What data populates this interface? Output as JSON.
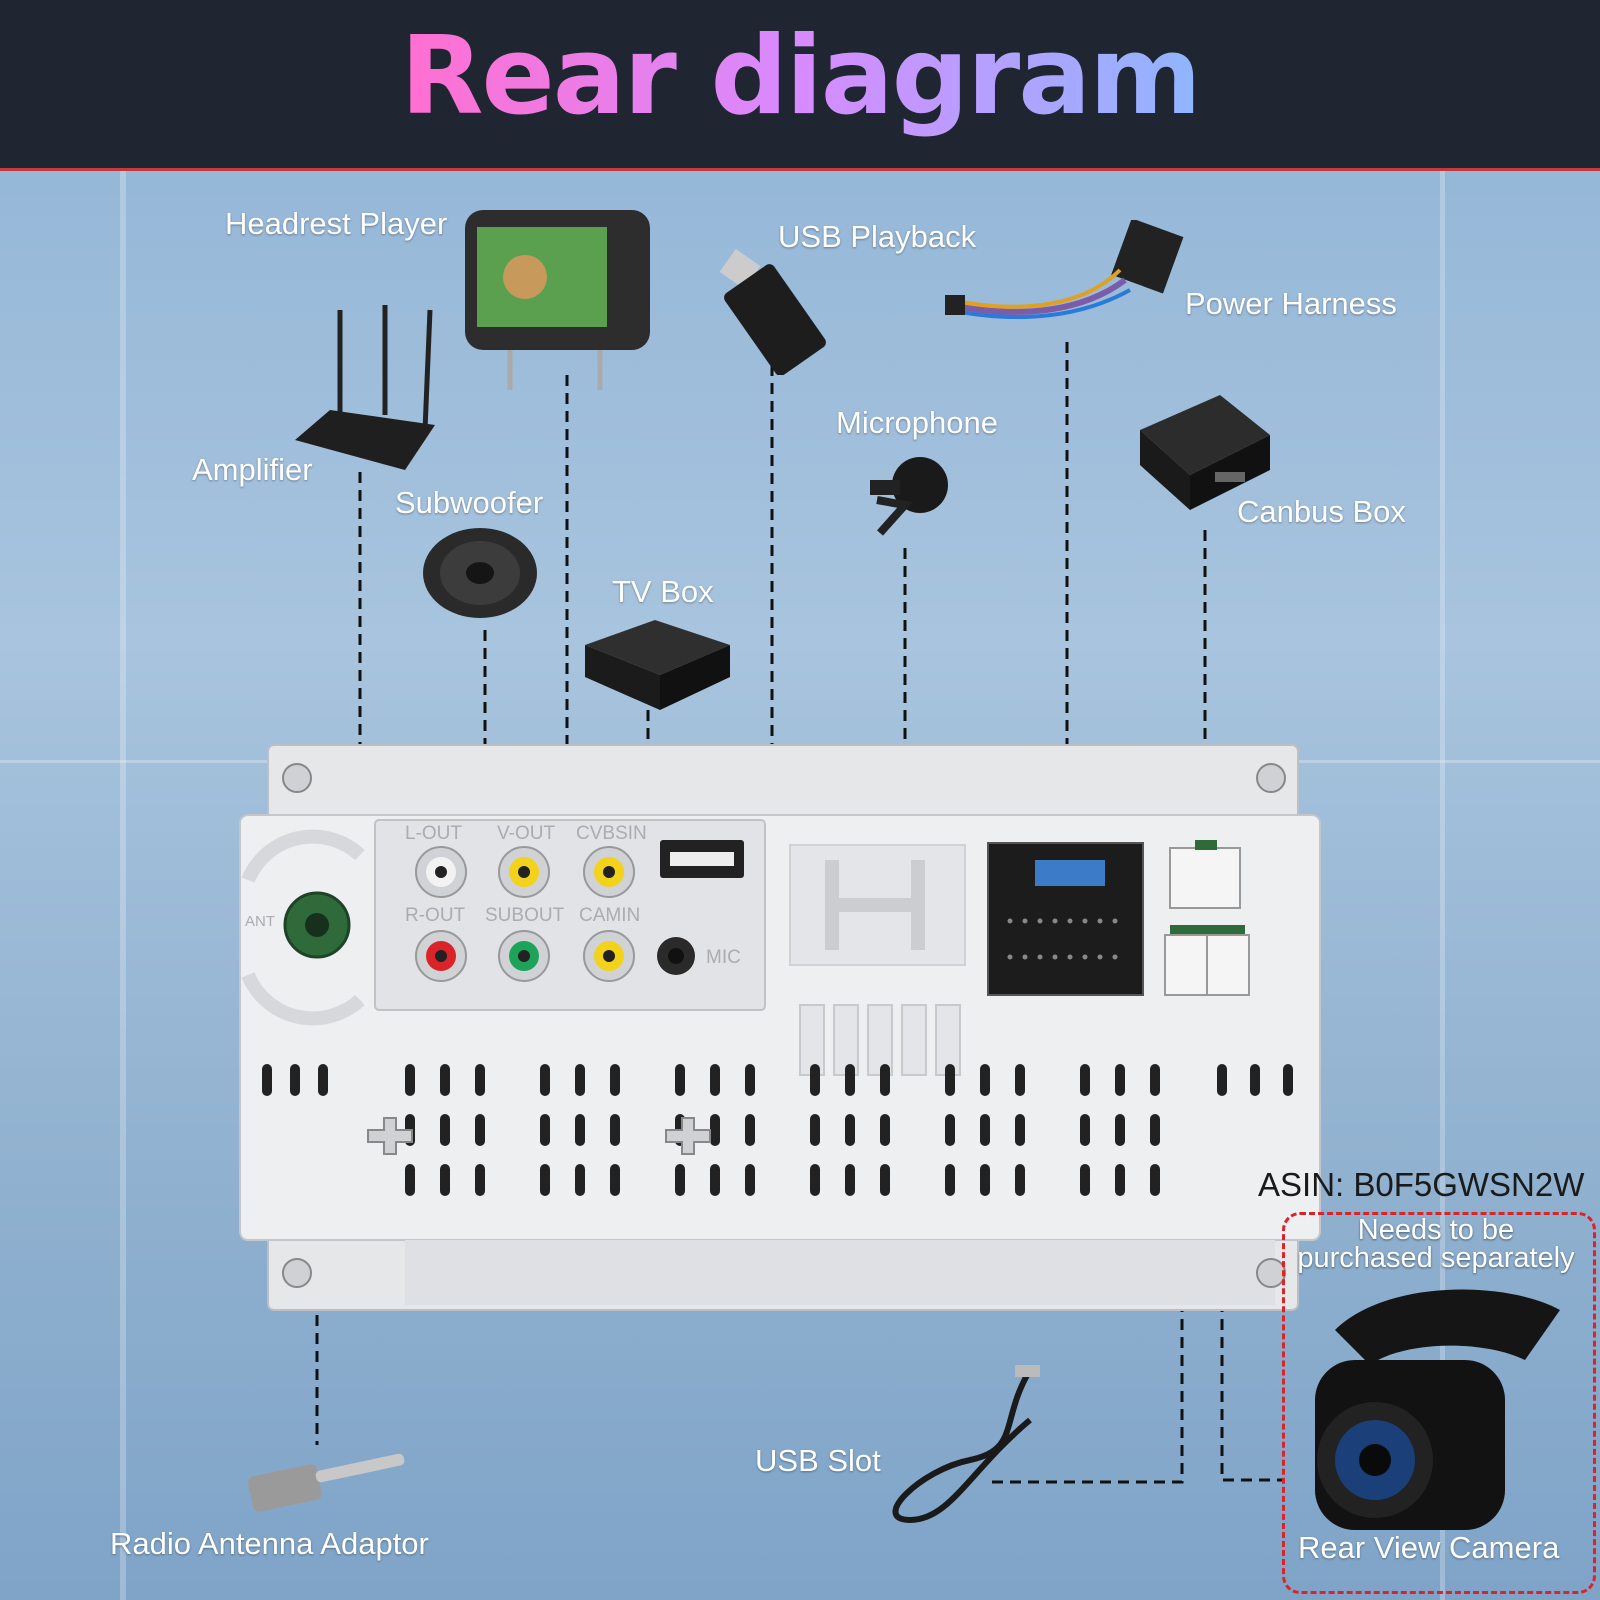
{
  "header": {
    "title": "Rear diagram"
  },
  "devices": {
    "headrest_player": "Headrest Player",
    "usb_playback": "USB Playback",
    "power_harness": "Power Harness",
    "amplifier": "Amplifier",
    "microphone": "Microphone",
    "subwoofer": "Subwoofer",
    "canbus_box": "Canbus Box",
    "tv_box": "TV Box",
    "radio_antenna_adaptor": "Radio Antenna Adaptor",
    "usb_slot": "USB Slot",
    "rear_view_camera": "Rear View Camera"
  },
  "ports": {
    "ant": "ANT",
    "l_out": "L-OUT",
    "v_out": "V-OUT",
    "cvbsin": "CVBSIN",
    "r_out": "R-OUT",
    "subout": "SUBOUT",
    "camin": "CAMIN",
    "mic": "MIC"
  },
  "product": {
    "asin": "ASIN: B0F5GWSN2W",
    "separate_note": "Needs to be purchased separately"
  },
  "colors": {
    "header_bg": "#1f2631",
    "accent_red": "#d9252a",
    "rca_white": "#f2f2f2",
    "rca_yellow": "#f2d21b",
    "rca_red": "#d9252a",
    "rca_green": "#1ea35a",
    "antenna_green": "#2f6b3a"
  }
}
